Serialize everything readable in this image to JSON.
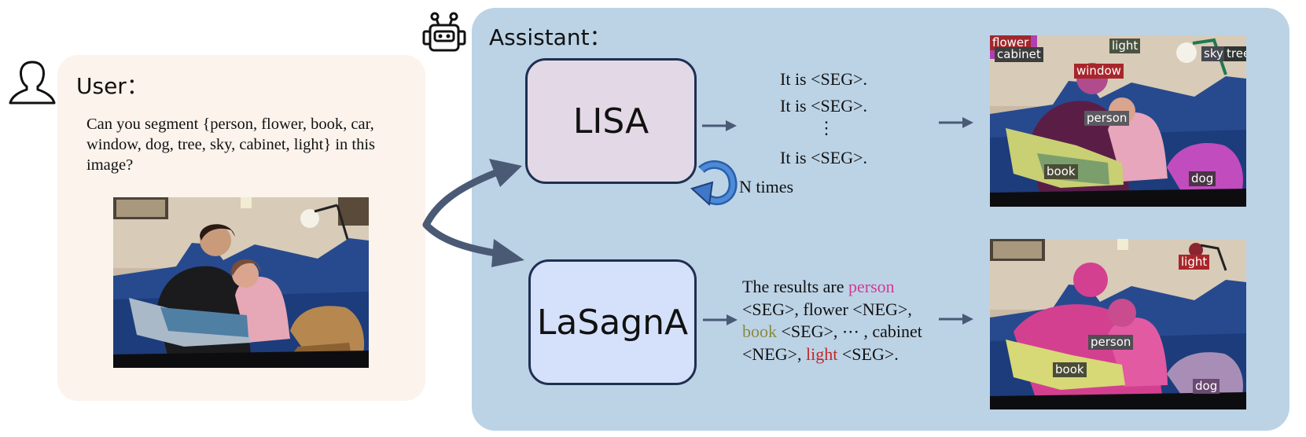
{
  "user": {
    "heading": "User：",
    "prompt": "Can you segment {person, flower, book, car, window, dog, tree, sky, cabinet, light} in this image?"
  },
  "assistant": {
    "heading": "Assistant：",
    "lisa": {
      "label": "LISA",
      "outputs": [
        "It is <SEG>.",
        "It is <SEG>.",
        "⋮",
        "It is <SEG>."
      ],
      "repeat_label": "N times",
      "mask_tags": [
        "flower",
        "cabinet",
        "light",
        "sky",
        "tree",
        "window",
        "person",
        "book",
        "dog"
      ]
    },
    "lasagna": {
      "label": "LaSagnA",
      "result": {
        "t1": "The results are ",
        "person": "person",
        "t2": " <SEG>,  flower <NEG>, ",
        "book": "book",
        "t3": " <SEG>, ⋯ , cabinet <NEG>, ",
        "light": "light",
        "t4": " <SEG>."
      },
      "mask_tags": [
        "light",
        "person",
        "book",
        "dog"
      ]
    }
  },
  "colors": {
    "user_panel": "#fbf3ec",
    "assistant_panel": "#bcd3e6",
    "lisa_box": "#e3d9e6",
    "lasagna_box": "#d5e1fb",
    "person": "#d33a92",
    "book": "#8a8a3a",
    "light": "#c0282a",
    "arrow": "#4a5a75"
  },
  "icons": [
    "user-silhouette-icon",
    "robot-icon",
    "loop-arrow-icon"
  ]
}
